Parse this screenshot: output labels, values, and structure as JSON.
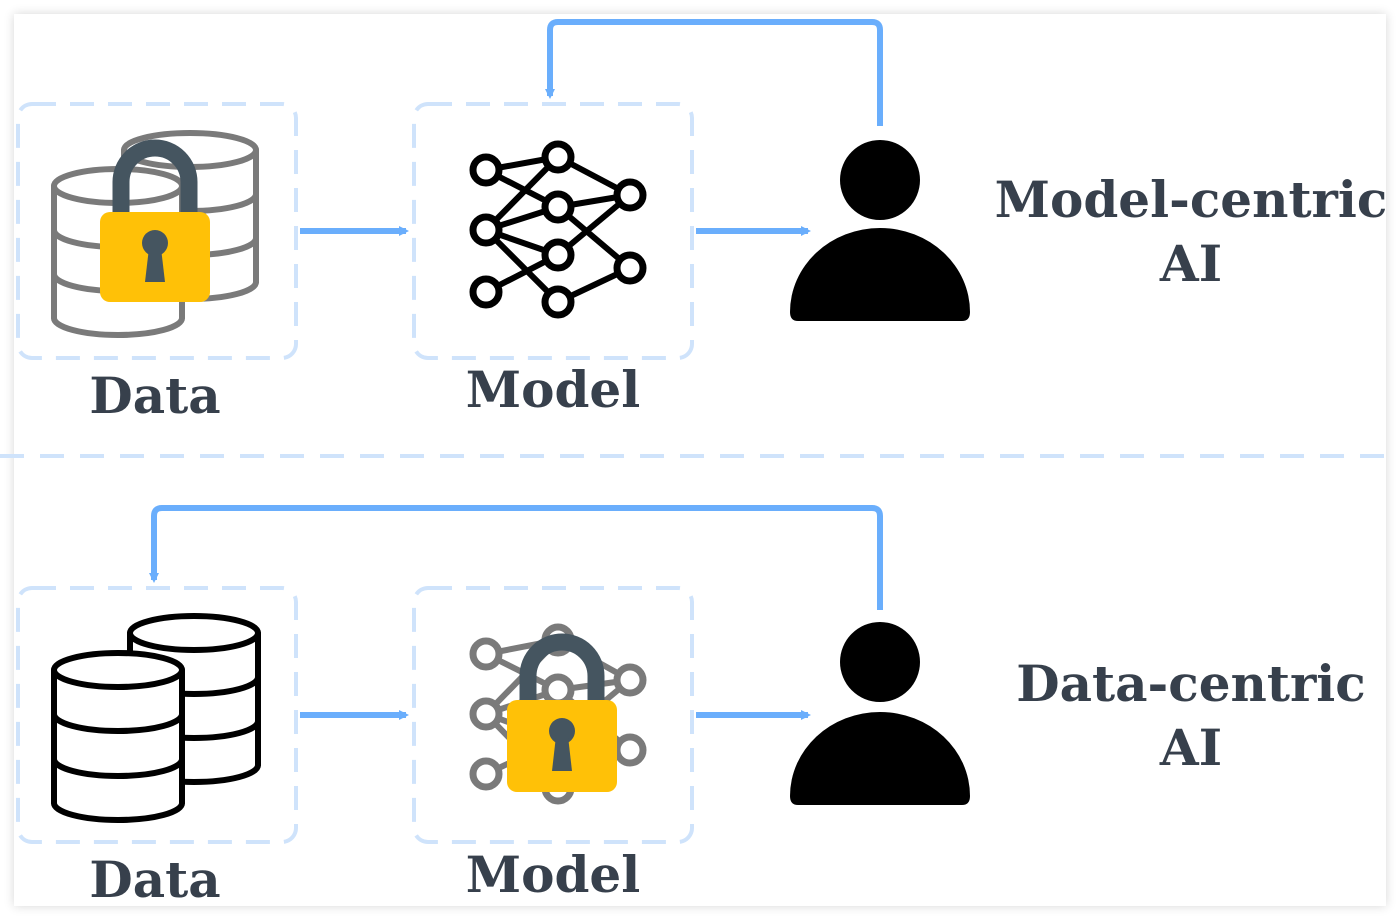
{
  "colors": {
    "accent": "#6aaefc",
    "dashed_box": "#cfe3fb",
    "label_text": "#37404c",
    "lock_body": "#ffc107",
    "lock_shackle": "#455560",
    "icon_black": "#000000",
    "icon_gray": "#7a7a7a"
  },
  "top": {
    "data_label": "Data",
    "model_label": "Model",
    "title_line1": "Model-centric",
    "title_line2": "AI",
    "locked": "data"
  },
  "bottom": {
    "data_label": "Data",
    "model_label": "Model",
    "title_line1": "Data-centric",
    "title_line2": "AI",
    "locked": "model"
  },
  "icons": [
    "database-icon",
    "neural-network-icon",
    "padlock-icon",
    "person-icon"
  ]
}
